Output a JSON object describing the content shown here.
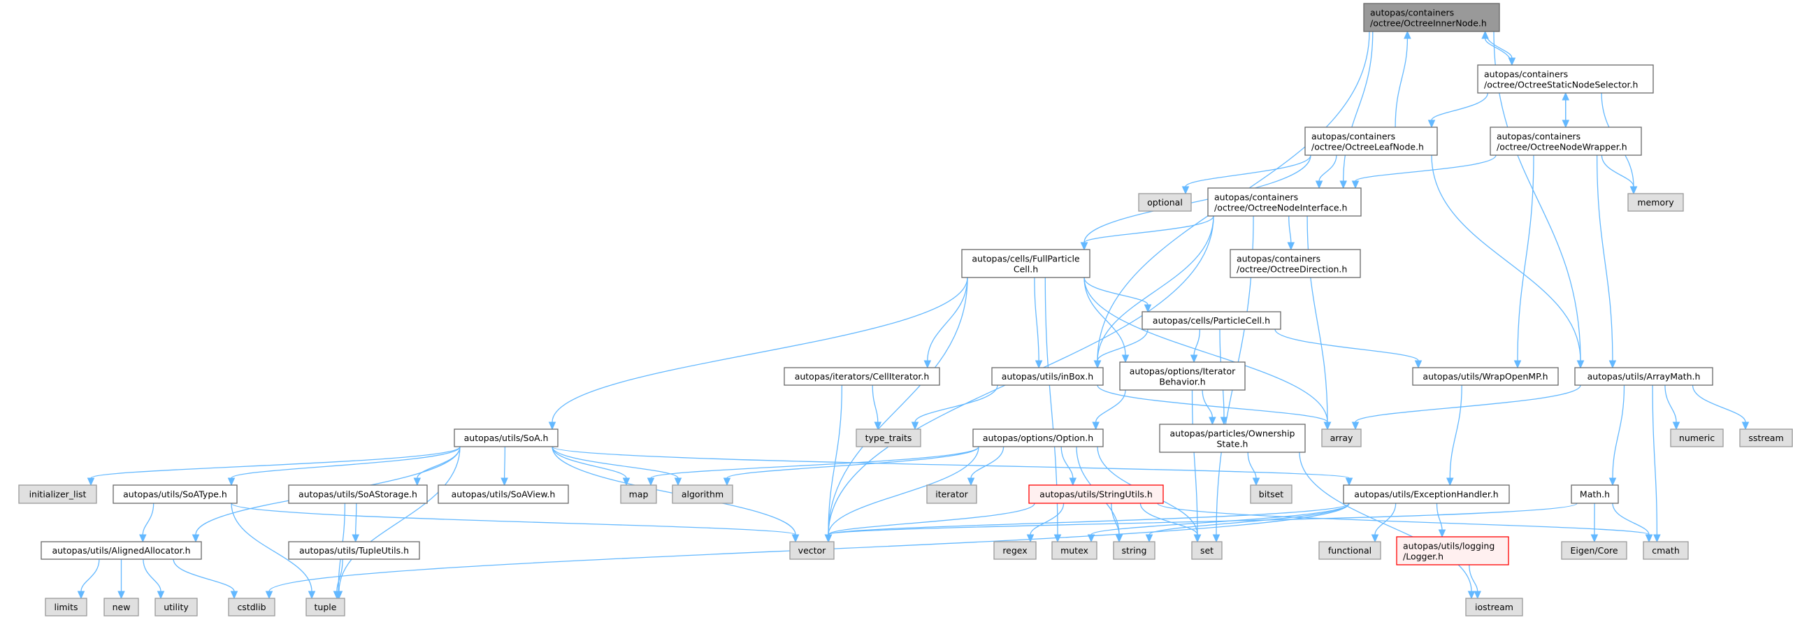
{
  "graph": {
    "title": "autopas/containers/octree/OctreeInnerNode.h",
    "colors": {
      "edge": "#63b8ff",
      "main_fill": "#999999",
      "system_fill": "#e0e0e0",
      "missing_border": "#ff0000"
    },
    "nodes": [
      {
        "id": "main",
        "type": "main",
        "lines": [
          "autopas/containers",
          "/octree/OctreeInnerNode.h"
        ]
      },
      {
        "id": "selector",
        "type": "normal",
        "lines": [
          "autopas/containers",
          "/octree/OctreeStaticNodeSelector.h"
        ]
      },
      {
        "id": "leaf",
        "type": "normal",
        "lines": [
          "autopas/containers",
          "/octree/OctreeLeafNode.h"
        ]
      },
      {
        "id": "wrapper",
        "type": "normal",
        "lines": [
          "autopas/containers",
          "/octree/OctreeNodeWrapper.h"
        ]
      },
      {
        "id": "optional",
        "type": "system",
        "lines": [
          "optional"
        ]
      },
      {
        "id": "memory",
        "type": "system",
        "lines": [
          "memory"
        ]
      },
      {
        "id": "iface",
        "type": "normal",
        "lines": [
          "autopas/containers",
          "/octree/OctreeNodeInterface.h"
        ]
      },
      {
        "id": "fpc",
        "type": "normal",
        "lines": [
          "autopas/cells/FullParticle",
          "Cell.h"
        ]
      },
      {
        "id": "dir",
        "type": "normal",
        "lines": [
          "autopas/containers",
          "/octree/OctreeDirection.h"
        ]
      },
      {
        "id": "pcell",
        "type": "normal",
        "lines": [
          "autopas/cells/ParticleCell.h"
        ]
      },
      {
        "id": "celliter",
        "type": "normal",
        "lines": [
          "autopas/iterators/CellIterator.h"
        ]
      },
      {
        "id": "inbox",
        "type": "normal",
        "lines": [
          "autopas/utils/inBox.h"
        ]
      },
      {
        "id": "iterbeh",
        "type": "normal",
        "lines": [
          "autopas/options/Iterator",
          "Behavior.h"
        ]
      },
      {
        "id": "wrapomp",
        "type": "normal",
        "lines": [
          "autopas/utils/WrapOpenMP.h"
        ]
      },
      {
        "id": "arraymath",
        "type": "normal",
        "lines": [
          "autopas/utils/ArrayMath.h"
        ]
      },
      {
        "id": "soa",
        "type": "normal",
        "lines": [
          "autopas/utils/SoA.h"
        ]
      },
      {
        "id": "option",
        "type": "normal",
        "lines": [
          "autopas/options/Option.h"
        ]
      },
      {
        "id": "typetraits",
        "type": "system",
        "lines": [
          "type_traits"
        ]
      },
      {
        "id": "ownership",
        "type": "normal",
        "lines": [
          "autopas/particles/Ownership",
          "State.h"
        ]
      },
      {
        "id": "array",
        "type": "system",
        "lines": [
          "array"
        ]
      },
      {
        "id": "numeric",
        "type": "system",
        "lines": [
          "numeric"
        ]
      },
      {
        "id": "sstream",
        "type": "system",
        "lines": [
          "sstream"
        ]
      },
      {
        "id": "initlist",
        "type": "system",
        "lines": [
          "initializer_list"
        ]
      },
      {
        "id": "soatype",
        "type": "normal",
        "lines": [
          "autopas/utils/SoAType.h"
        ]
      },
      {
        "id": "soastorage",
        "type": "normal",
        "lines": [
          "autopas/utils/SoAStorage.h"
        ]
      },
      {
        "id": "soaview",
        "type": "normal",
        "lines": [
          "autopas/utils/SoAView.h"
        ]
      },
      {
        "id": "map",
        "type": "system",
        "lines": [
          "map"
        ]
      },
      {
        "id": "algorithm",
        "type": "system",
        "lines": [
          "algorithm"
        ]
      },
      {
        "id": "iterator",
        "type": "system",
        "lines": [
          "iterator"
        ]
      },
      {
        "id": "stringutils",
        "type": "missing",
        "lines": [
          "autopas/utils/StringUtils.h"
        ]
      },
      {
        "id": "bitset",
        "type": "system",
        "lines": [
          "bitset"
        ]
      },
      {
        "id": "exc",
        "type": "normal",
        "lines": [
          "autopas/utils/ExceptionHandler.h"
        ]
      },
      {
        "id": "math",
        "type": "normal",
        "lines": [
          "Math.h"
        ]
      },
      {
        "id": "aligned",
        "type": "normal",
        "lines": [
          "autopas/utils/AlignedAllocator.h"
        ]
      },
      {
        "id": "tupleutils",
        "type": "normal",
        "lines": [
          "autopas/utils/TupleUtils.h"
        ]
      },
      {
        "id": "vector",
        "type": "system",
        "lines": [
          "vector"
        ]
      },
      {
        "id": "regex",
        "type": "system",
        "lines": [
          "regex"
        ]
      },
      {
        "id": "mutex",
        "type": "system",
        "lines": [
          "mutex"
        ]
      },
      {
        "id": "string",
        "type": "system",
        "lines": [
          "string"
        ]
      },
      {
        "id": "set",
        "type": "system",
        "lines": [
          "set"
        ]
      },
      {
        "id": "functional",
        "type": "system",
        "lines": [
          "functional"
        ]
      },
      {
        "id": "logger",
        "type": "missing",
        "lines": [
          "autopas/utils/logging",
          "/Logger.h"
        ]
      },
      {
        "id": "eigen",
        "type": "system",
        "lines": [
          "Eigen/Core"
        ]
      },
      {
        "id": "cmath",
        "type": "system",
        "lines": [
          "cmath"
        ]
      },
      {
        "id": "limits",
        "type": "system",
        "lines": [
          "limits"
        ]
      },
      {
        "id": "new",
        "type": "system",
        "lines": [
          "new"
        ]
      },
      {
        "id": "utility",
        "type": "system",
        "lines": [
          "utility"
        ]
      },
      {
        "id": "cstdlib",
        "type": "system",
        "lines": [
          "cstdlib"
        ]
      },
      {
        "id": "tuple",
        "type": "system",
        "lines": [
          "tuple"
        ]
      },
      {
        "id": "iostream",
        "type": "system",
        "lines": [
          "iostream"
        ]
      }
    ],
    "edges": [
      [
        "main",
        "selector"
      ],
      [
        "main",
        "iface"
      ],
      [
        "main",
        "inbox"
      ],
      [
        "main",
        "arraymath"
      ],
      [
        "selector",
        "main"
      ],
      [
        "selector",
        "leaf"
      ],
      [
        "selector",
        "wrapper"
      ],
      [
        "selector",
        "memory"
      ],
      [
        "leaf",
        "main"
      ],
      [
        "leaf",
        "iface"
      ],
      [
        "leaf",
        "fpc"
      ],
      [
        "leaf",
        "optional"
      ],
      [
        "leaf",
        "arraymath"
      ],
      [
        "wrapper",
        "selector"
      ],
      [
        "wrapper",
        "iface"
      ],
      [
        "wrapper",
        "wrapomp"
      ],
      [
        "wrapper",
        "arraymath"
      ],
      [
        "wrapper",
        "memory"
      ],
      [
        "iface",
        "fpc"
      ],
      [
        "iface",
        "dir"
      ],
      [
        "iface",
        "inbox"
      ],
      [
        "iface",
        "array"
      ],
      [
        "iface",
        "vector"
      ],
      [
        "iface",
        "set"
      ],
      [
        "fpc",
        "soa"
      ],
      [
        "fpc",
        "celliter"
      ],
      [
        "fpc",
        "inbox"
      ],
      [
        "fpc",
        "iterbeh"
      ],
      [
        "fpc",
        "pcell"
      ],
      [
        "fpc",
        "vector"
      ],
      [
        "fpc",
        "mutex"
      ],
      [
        "fpc",
        "array"
      ],
      [
        "pcell",
        "inbox"
      ],
      [
        "pcell",
        "iterbeh"
      ],
      [
        "pcell",
        "ownership"
      ],
      [
        "pcell",
        "wrapomp"
      ],
      [
        "celliter",
        "typetraits"
      ],
      [
        "celliter",
        "vector"
      ],
      [
        "inbox",
        "typetraits"
      ],
      [
        "inbox",
        "array"
      ],
      [
        "iterbeh",
        "option"
      ],
      [
        "iterbeh",
        "ownership"
      ],
      [
        "iterbeh",
        "set"
      ],
      [
        "wrapomp",
        "exc"
      ],
      [
        "arraymath",
        "array"
      ],
      [
        "arraymath",
        "numeric"
      ],
      [
        "arraymath",
        "sstream"
      ],
      [
        "arraymath",
        "math"
      ],
      [
        "arraymath",
        "cmath"
      ],
      [
        "soa",
        "initlist"
      ],
      [
        "soa",
        "soatype"
      ],
      [
        "soa",
        "soastorage"
      ],
      [
        "soa",
        "soaview"
      ],
      [
        "soa",
        "map"
      ],
      [
        "soa",
        "algorithm"
      ],
      [
        "soa",
        "vector"
      ],
      [
        "soa",
        "tuple"
      ],
      [
        "soa",
        "aligned"
      ],
      [
        "soa",
        "exc"
      ],
      [
        "option",
        "map"
      ],
      [
        "option",
        "algorithm"
      ],
      [
        "option",
        "iterator"
      ],
      [
        "option",
        "stringutils"
      ],
      [
        "option",
        "vector"
      ],
      [
        "option",
        "string"
      ],
      [
        "option",
        "set"
      ],
      [
        "ownership",
        "bitset"
      ],
      [
        "ownership",
        "iostream"
      ],
      [
        "soatype",
        "aligned"
      ],
      [
        "soatype",
        "tuple"
      ],
      [
        "soatype",
        "vector"
      ],
      [
        "soastorage",
        "tupleutils"
      ],
      [
        "soastorage",
        "tuple"
      ],
      [
        "stringutils",
        "vector"
      ],
      [
        "stringutils",
        "regex"
      ],
      [
        "stringutils",
        "string"
      ],
      [
        "stringutils",
        "set"
      ],
      [
        "stringutils",
        "cmath"
      ],
      [
        "exc",
        "logger"
      ],
      [
        "exc",
        "functional"
      ],
      [
        "exc",
        "vector"
      ],
      [
        "exc",
        "mutex"
      ],
      [
        "exc",
        "string"
      ],
      [
        "exc",
        "cstdlib"
      ],
      [
        "math",
        "eigen"
      ],
      [
        "math",
        "cmath"
      ],
      [
        "math",
        "vector"
      ],
      [
        "aligned",
        "limits"
      ],
      [
        "aligned",
        "new"
      ],
      [
        "aligned",
        "utility"
      ],
      [
        "aligned",
        "cstdlib"
      ],
      [
        "tupleutils",
        "tuple"
      ],
      [
        "logger",
        "iostream"
      ]
    ]
  }
}
